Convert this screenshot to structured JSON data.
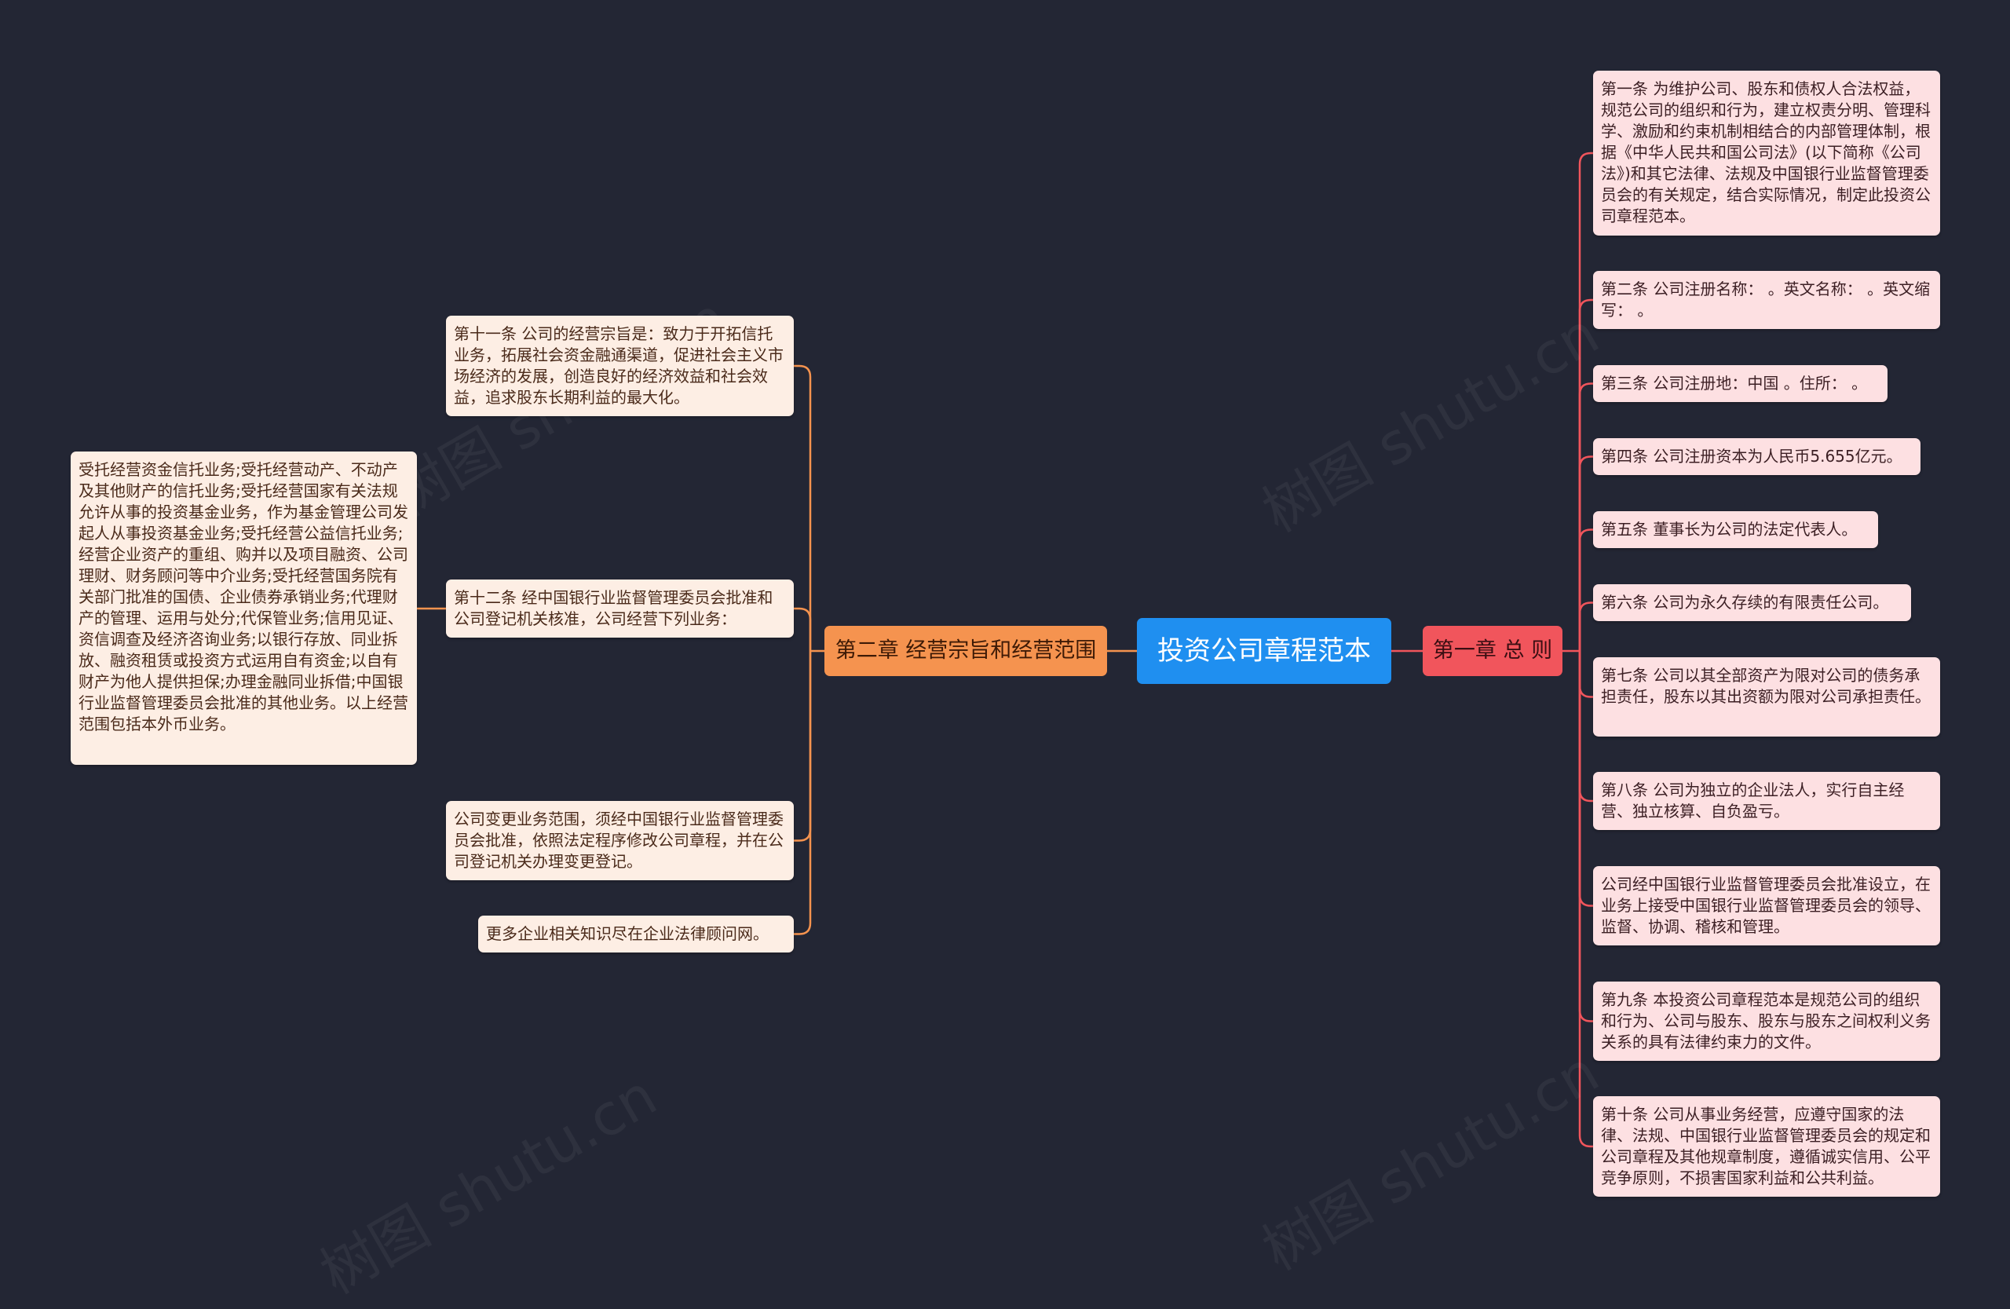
{
  "root": {
    "label": "投资公司章程范本"
  },
  "chapter1": {
    "label": "第一章 总 则",
    "color": "#f1555c",
    "items": [
      "第一条 为维护公司、股东和债权人合法权益，规范公司的组织和行为，建立权责分明、管理科学、激励和约束机制相结合的内部管理体制，根据《中华人民共和国公司法》(以下简称《公司法》)和其它法律、法规及中国银行业监督管理委员会的有关规定，结合实际情况，制定此投资公司章程范本。",
      "第二条 公司注册名称： 。英文名称： 。英文缩写： 。",
      "第三条 公司注册地：中国 。住所： 。",
      "第四条 公司注册资本为人民币5.655亿元。",
      "第五条 董事长为公司的法定代表人。",
      "第六条 公司为永久存续的有限责任公司。",
      "第七条 公司以其全部资产为限对公司的债务承担责任，股东以其出资额为限对公司承担责任。",
      "第八条 公司为独立的企业法人，实行自主经营、独立核算、自负盈亏。",
      "公司经中国银行业监督管理委员会批准设立，在业务上接受中国银行业监督管理委员会的领导、监督、协调、稽核和管理。",
      "第九条 本投资公司章程范本是规范公司的组织和行为、公司与股东、股东与股东之间权利义务关系的具有法律约束力的文件。",
      "第十条 公司从事业务经营，应遵守国家的法律、法规、中国银行业监督管理委员会的规定和公司章程及其他规章制度，遵循诚实信用、公平竞争原则，不损害国家利益和公共利益。"
    ]
  },
  "chapter2": {
    "label": "第二章 经营宗旨和经营范围",
    "color": "#f5934f",
    "items": [
      "第十一条 公司的经营宗旨是：致力于开拓信托业务，拓展社会资金融通渠道，促进社会主义市场经济的发展，创造良好的经济效益和社会效益，追求股东长期利益的最大化。",
      "第十二条 经中国银行业监督管理委员会批准和公司登记机关核准，公司经营下列业务：",
      "公司变更业务范围，须经中国银行业监督管理委员会批准，依照法定程序修改公司章程，并在公司登记机关办理变更登记。",
      "更多企业相关知识尽在企业法律顾问网。"
    ],
    "sub": "受托经营资金信托业务;受托经营动产、不动产及其他财产的信托业务;受托经营国家有关法规允许从事的投资基金业务，作为基金管理公司发起人从事投资基金业务;受托经营公益信托业务;经营企业资产的重组、购并以及项目融资、公司理财、财务顾问等中介业务;受托经营国务院有关部门批准的国债、企业债券承销业务;代理财产的管理、运用与处分;代保管业务;信用见证、资信调查及经济咨询业务;以银行存放、同业拆放、融资租赁或投资方式运用自有资金;以自有财产为他人提供担保;办理金融同业拆借;中国银行业监督管理委员会批准的其他业务。以上经营范围包括本外币业务。"
  },
  "watermark": "树图 shutu.cn"
}
